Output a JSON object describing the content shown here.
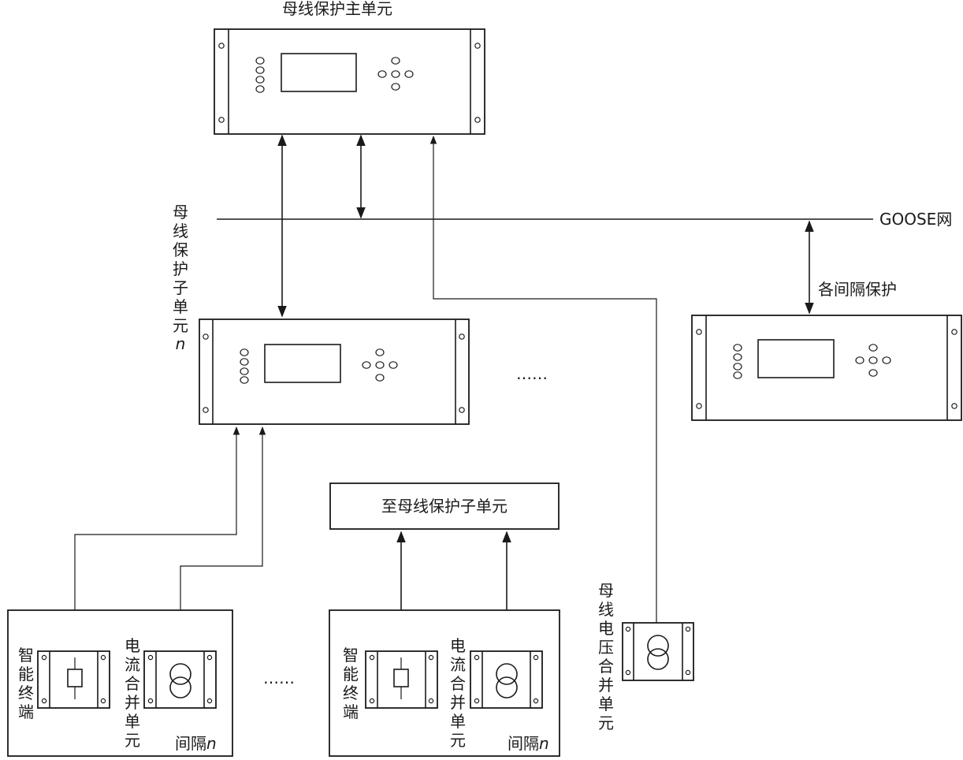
{
  "labels": {
    "main_unit": "母线保护主单元",
    "goose": "GOOSE网",
    "bay_protection": "各间隔保护",
    "sub_unit_chars": [
      "母",
      "线",
      "保",
      "护",
      "子",
      "单",
      "元"
    ],
    "sub_unit_n": "n",
    "ellipsis": "……",
    "to_sub_unit": "至母线保护子单元",
    "smart_terminal_chars": [
      "智",
      "能",
      "终",
      "端"
    ],
    "current_mu_chars": [
      "电",
      "流",
      "合",
      "并",
      "单",
      "元"
    ],
    "bay_n_text": "间隔",
    "bay_n_var": "n",
    "bus_voltage_mu_chars": [
      "母",
      "线",
      "电",
      "压",
      "合",
      "并",
      "单",
      "元"
    ]
  }
}
